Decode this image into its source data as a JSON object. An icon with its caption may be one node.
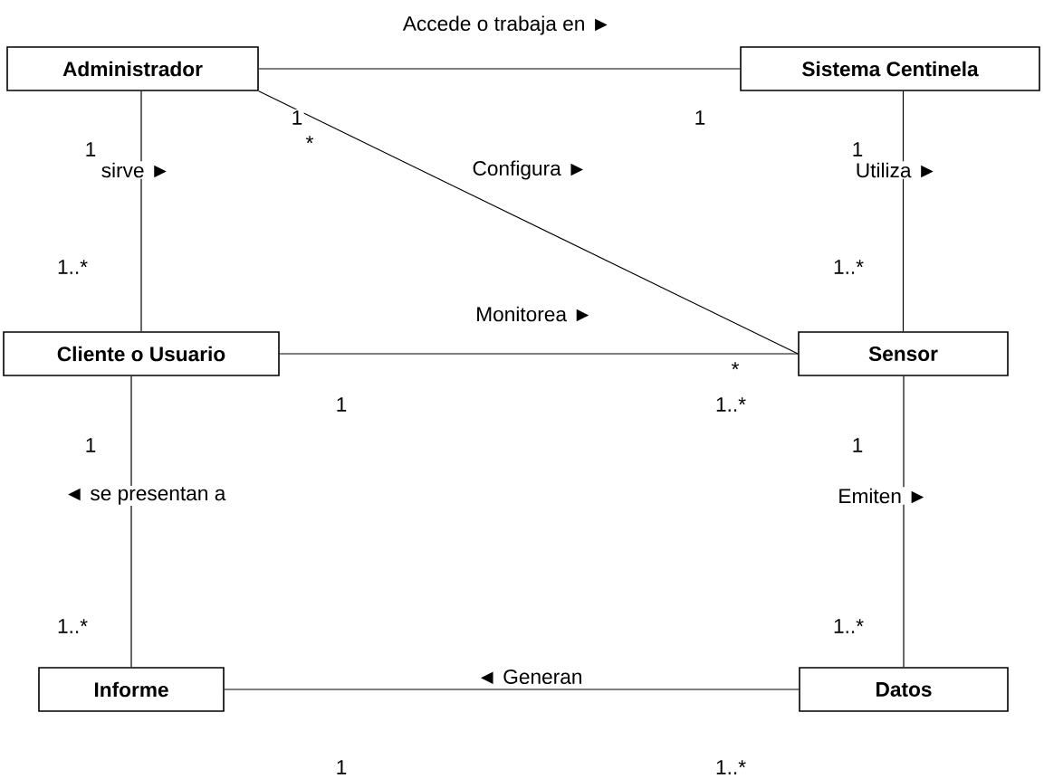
{
  "diagram": {
    "nodes": [
      {
        "text": [
          "Administrador"
        ]
      },
      {
        "text": [
          "Sistema Centinela"
        ]
      },
      {
        "text": [
          "Cliente o Usuario"
        ]
      },
      {
        "text": [
          "Sensor"
        ]
      },
      {
        "text": [
          "Informe"
        ]
      },
      {
        "text": [
          "Datos"
        ]
      }
    ],
    "edges": [
      {
        "from": 0,
        "to": 1,
        "arrow": "none",
        "label": "Accede o trabaja en ►"
      },
      {
        "from": 0,
        "to": 2,
        "arrow": "none",
        "label": "sirve ►"
      },
      {
        "from": 0,
        "to": 3,
        "arrow": "none",
        "label": "Configura ►"
      },
      {
        "from": 1,
        "to": 3,
        "arrow": "none",
        "label": "Utiliza ►"
      },
      {
        "from": 2,
        "to": 3,
        "arrow": "none",
        "label": "Monitorea ►"
      },
      {
        "from": 2,
        "to": 4,
        "arrow": "none",
        "label": "◄ se presentan a"
      },
      {
        "from": 3,
        "to": 5,
        "arrow": "none",
        "label": "Emiten ►"
      },
      {
        "from": 4,
        "to": 5,
        "arrow": "none",
        "label": "◄ Generan"
      }
    ],
    "labels": [
      "1",
      "*",
      "1",
      "1",
      "1",
      "1..*",
      "1..*",
      "*",
      "1",
      "1..*",
      "1",
      "1",
      "1..*",
      "1..*",
      "1",
      "1..*"
    ]
  }
}
